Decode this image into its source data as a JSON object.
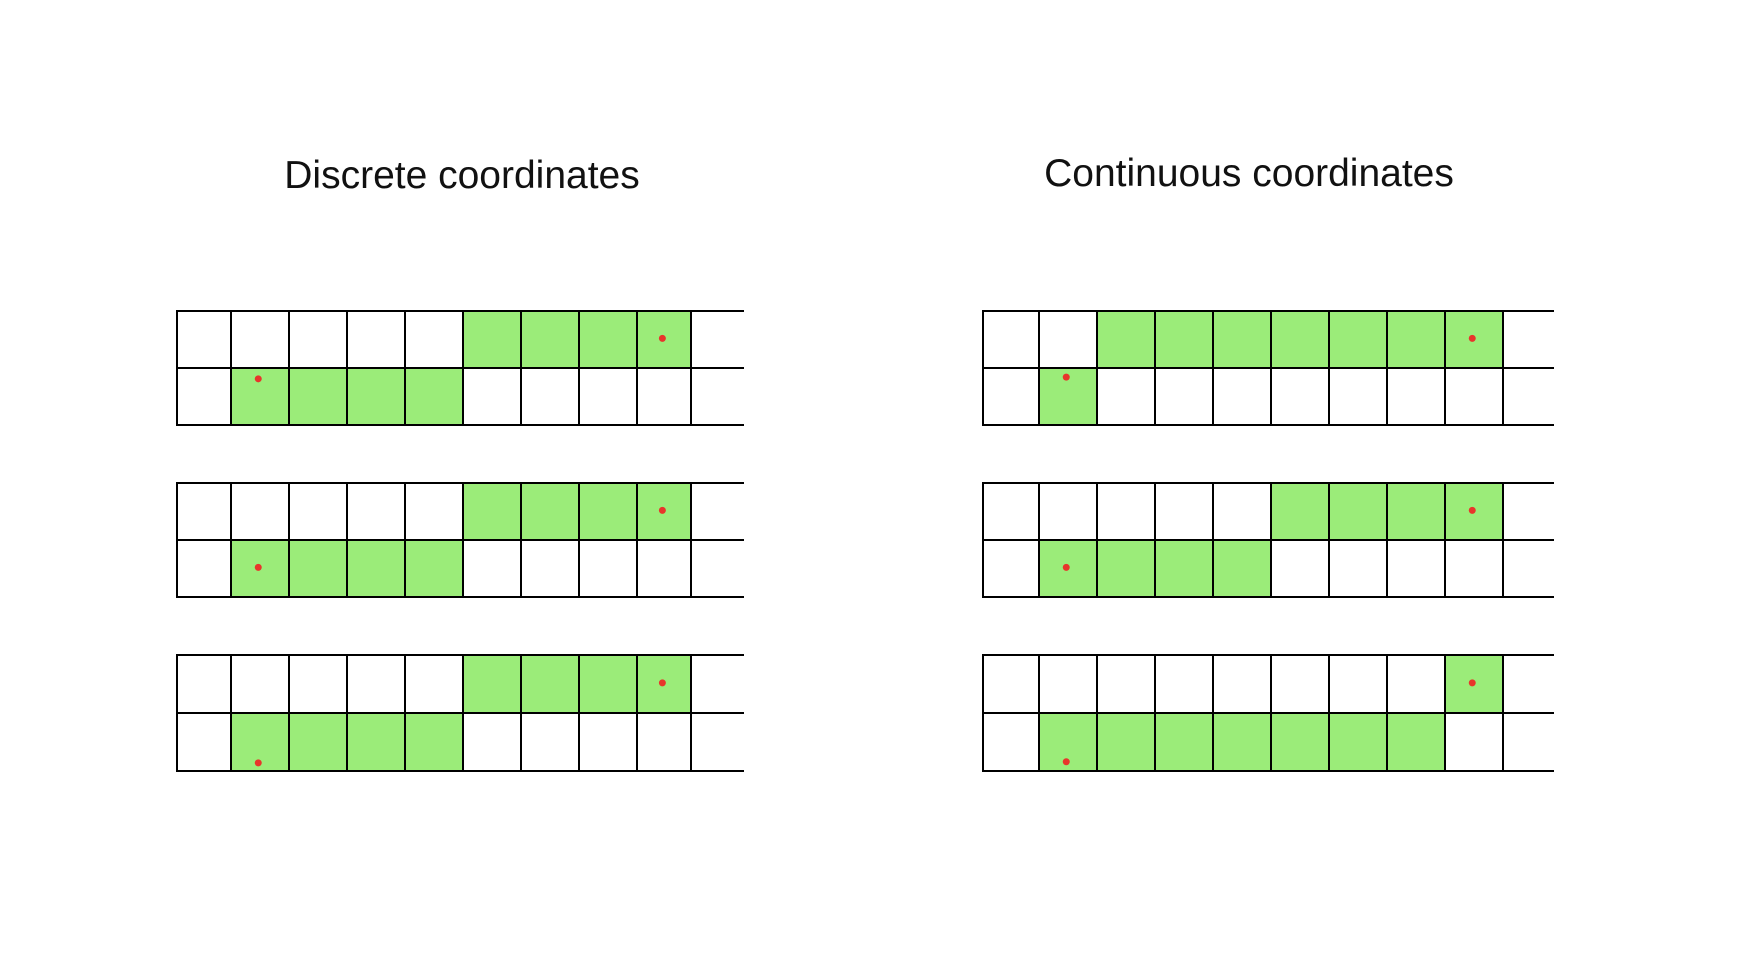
{
  "titles": {
    "discrete": "Discrete coordinates",
    "continuous": "Continuous coordinates"
  },
  "grid": {
    "columns": 10,
    "rows": 2
  },
  "colors": {
    "fill": "#9bec79",
    "line": "#000000",
    "point": "#e8352b",
    "background": "#ffffff"
  },
  "panels": [
    {
      "name": "discrete",
      "grids": [
        {
          "filled": [
            [
              0,
              5
            ],
            [
              0,
              6
            ],
            [
              0,
              7
            ],
            [
              0,
              8
            ],
            [
              1,
              1
            ],
            [
              1,
              2
            ],
            [
              1,
              3
            ],
            [
              1,
              4
            ]
          ],
          "points": [
            [
              0,
              8,
              0.47,
              0.48
            ],
            [
              1,
              1,
              0.47,
              0.19
            ]
          ]
        },
        {
          "filled": [
            [
              0,
              5
            ],
            [
              0,
              6
            ],
            [
              0,
              7
            ],
            [
              0,
              8
            ],
            [
              1,
              1
            ],
            [
              1,
              2
            ],
            [
              1,
              3
            ],
            [
              1,
              4
            ]
          ],
          "points": [
            [
              0,
              8,
              0.47,
              0.48
            ],
            [
              1,
              1,
              0.47,
              0.48
            ]
          ]
        },
        {
          "filled": [
            [
              0,
              5
            ],
            [
              0,
              6
            ],
            [
              0,
              7
            ],
            [
              0,
              8
            ],
            [
              1,
              1
            ],
            [
              1,
              2
            ],
            [
              1,
              3
            ],
            [
              1,
              4
            ]
          ],
          "points": [
            [
              0,
              8,
              0.47,
              0.48
            ],
            [
              1,
              1,
              0.47,
              0.86
            ]
          ]
        }
      ]
    },
    {
      "name": "continuous",
      "grids": [
        {
          "filled": [
            [
              0,
              2
            ],
            [
              0,
              3
            ],
            [
              0,
              4
            ],
            [
              0,
              5
            ],
            [
              0,
              6
            ],
            [
              0,
              7
            ],
            [
              0,
              8
            ],
            [
              1,
              1
            ]
          ],
          "points": [
            [
              0,
              8,
              0.47,
              0.48
            ],
            [
              1,
              1,
              0.47,
              0.16
            ]
          ]
        },
        {
          "filled": [
            [
              0,
              5
            ],
            [
              0,
              6
            ],
            [
              0,
              7
            ],
            [
              0,
              8
            ],
            [
              1,
              1
            ],
            [
              1,
              2
            ],
            [
              1,
              3
            ],
            [
              1,
              4
            ]
          ],
          "points": [
            [
              0,
              8,
              0.47,
              0.48
            ],
            [
              1,
              1,
              0.47,
              0.48
            ]
          ]
        },
        {
          "filled": [
            [
              0,
              8
            ],
            [
              1,
              1
            ],
            [
              1,
              2
            ],
            [
              1,
              3
            ],
            [
              1,
              4
            ],
            [
              1,
              5
            ],
            [
              1,
              6
            ],
            [
              1,
              7
            ]
          ],
          "points": [
            [
              0,
              8,
              0.47,
              0.48
            ],
            [
              1,
              1,
              0.47,
              0.84
            ]
          ]
        }
      ]
    }
  ]
}
